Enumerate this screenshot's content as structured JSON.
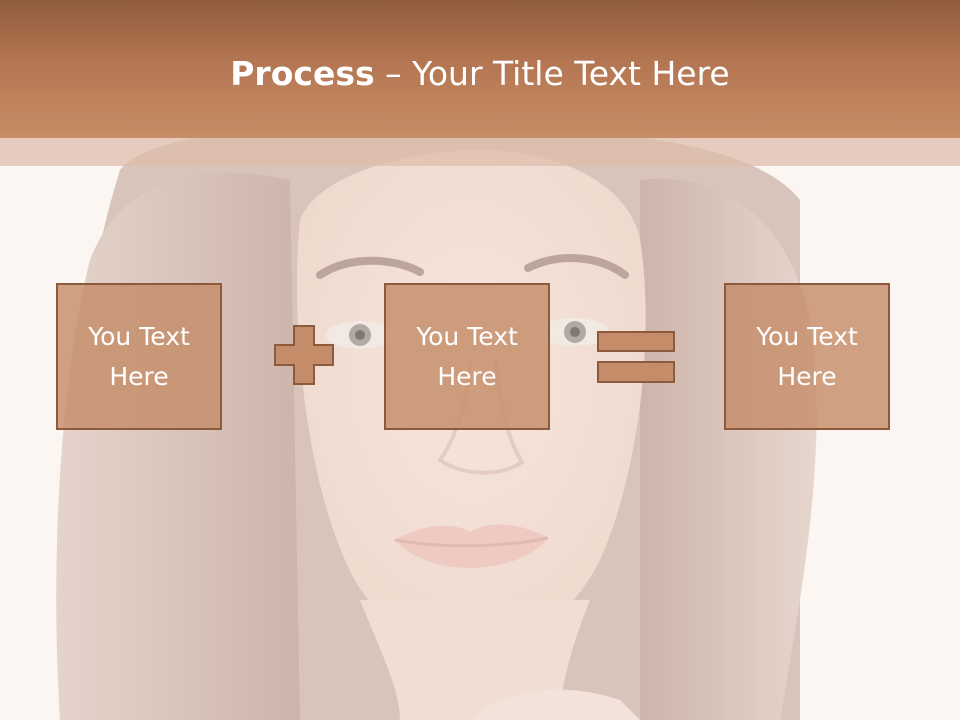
{
  "slide": {
    "title_bold": "Process",
    "title_rest": " – Your Title Text Here",
    "accent_color": "#c48c68",
    "title_bar_color": "#a46a46",
    "background_image": "faded-portrait-woman"
  },
  "flow": {
    "boxes": [
      {
        "label": "You Text\nHere"
      },
      {
        "label": "You Text\nHere"
      },
      {
        "label": "You Text\nHere"
      }
    ],
    "operators": [
      "plus-icon",
      "equals-icon"
    ]
  }
}
